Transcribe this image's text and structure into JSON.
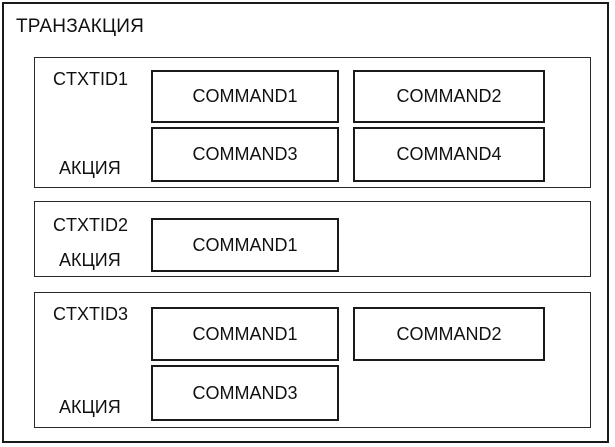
{
  "diagram": {
    "title": "ТРАНЗАКЦИЯ",
    "contexts": [
      {
        "id": "CTXTID1",
        "action": "АКЦИЯ",
        "commands": [
          "COMMAND1",
          "COMMAND2",
          "COMMAND3",
          "COMMAND4"
        ]
      },
      {
        "id": "CTXTID2",
        "action": "АКЦИЯ",
        "commands": [
          "COMMAND1"
        ]
      },
      {
        "id": "CTXTID3",
        "action": "АКЦИЯ",
        "commands": [
          "COMMAND1",
          "COMMAND2",
          "COMMAND3"
        ]
      }
    ]
  }
}
